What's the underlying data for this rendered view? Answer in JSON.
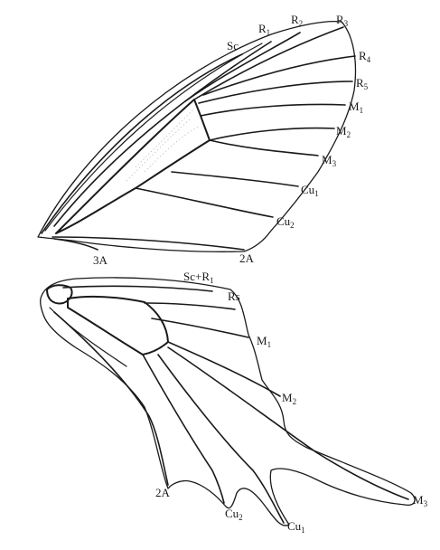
{
  "forewing": {
    "labels": [
      {
        "id": "Sc",
        "text": "Sc",
        "sub": ""
      },
      {
        "id": "R1",
        "text": "R",
        "sub": "1"
      },
      {
        "id": "R2",
        "text": "R",
        "sub": "2"
      },
      {
        "id": "R3",
        "text": "R",
        "sub": "3"
      },
      {
        "id": "R4",
        "text": "R",
        "sub": "4"
      },
      {
        "id": "R5",
        "text": "R",
        "sub": "5"
      },
      {
        "id": "M1",
        "text": "M",
        "sub": "1"
      },
      {
        "id": "M2",
        "text": "M",
        "sub": "2"
      },
      {
        "id": "M3",
        "text": "M",
        "sub": "3"
      },
      {
        "id": "Cu1",
        "text": "Cu",
        "sub": "1"
      },
      {
        "id": "Cu2",
        "text": "Cu",
        "sub": "2"
      },
      {
        "id": "2A",
        "text": "2A",
        "sub": ""
      },
      {
        "id": "3A",
        "text": "3A",
        "sub": ""
      }
    ]
  },
  "hindwing": {
    "labels": [
      {
        "id": "ScR1",
        "text": "Sc+R",
        "sub": "1"
      },
      {
        "id": "Rs",
        "text": "Rs",
        "sub": ""
      },
      {
        "id": "M1",
        "text": "M",
        "sub": "1"
      },
      {
        "id": "M2",
        "text": "M",
        "sub": "2"
      },
      {
        "id": "M3",
        "text": "M",
        "sub": "3"
      },
      {
        "id": "2A",
        "text": "2A",
        "sub": ""
      },
      {
        "id": "Cu2",
        "text": "Cu",
        "sub": "2"
      },
      {
        "id": "Cu1",
        "text": "Cu",
        "sub": "1"
      }
    ]
  }
}
